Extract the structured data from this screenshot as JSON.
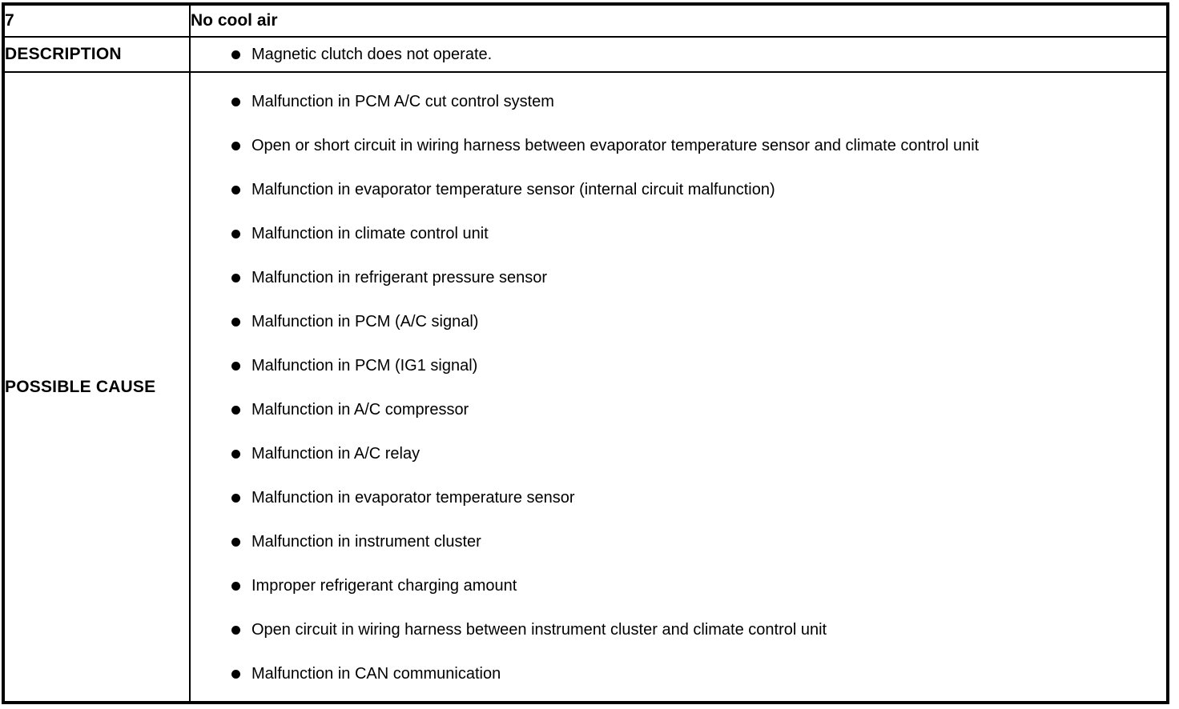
{
  "document": {
    "item_number": "7",
    "symptom_title": "No cool air",
    "description_label": "DESCRIPTION",
    "description_items": [
      "Magnetic clutch does not operate."
    ],
    "possible_cause_label": "POSSIBLE CAUSE",
    "possible_cause_items": [
      "Malfunction in PCM A/C cut control system",
      "Open or short circuit in wiring harness between evaporator temperature sensor and climate control unit",
      "Malfunction in evaporator temperature sensor (internal circuit malfunction)",
      "Malfunction in climate control unit",
      "Malfunction in refrigerant pressure sensor",
      "Malfunction in PCM (A/C signal)",
      "Malfunction in PCM (IG1 signal)",
      "Malfunction in A/C compressor",
      "Malfunction in A/C relay",
      "Malfunction in evaporator temperature sensor",
      "Malfunction in instrument cluster",
      "Improper refrigerant charging amount",
      "Open circuit in wiring harness between instrument cluster and climate control unit",
      "Malfunction in CAN communication"
    ]
  },
  "colors": {
    "text": "#000000",
    "border": "#000000",
    "background": "#ffffff"
  },
  "icons": {
    "bullet": "filled-circle"
  }
}
